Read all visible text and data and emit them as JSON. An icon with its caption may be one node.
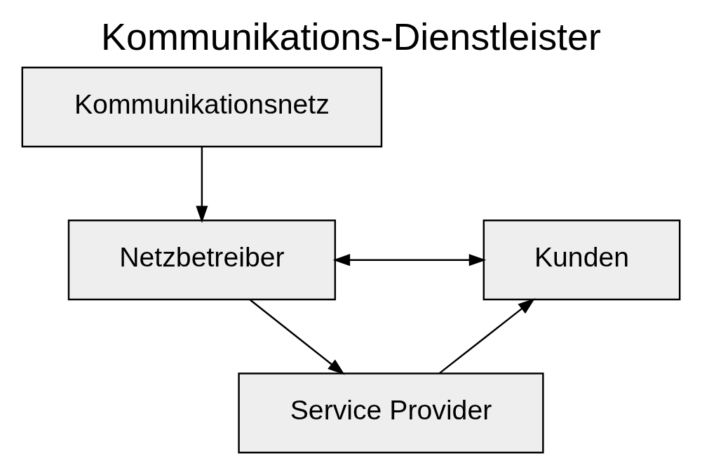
{
  "diagram": {
    "title": "Kommunikations-Dienstleister",
    "nodes": [
      {
        "text": [
          "Kommunikationsnetz"
        ]
      },
      {
        "text": [
          "Netzbetreiber"
        ]
      },
      {
        "text": [
          "Service Provider"
        ]
      },
      {
        "text": [
          "Kunden"
        ]
      }
    ],
    "edges": [
      {
        "from": 0,
        "to": 1,
        "arrow": "to"
      },
      {
        "from": 1,
        "to": 2,
        "arrow": "to"
      },
      {
        "from": 1,
        "to": 3,
        "arrow": "both"
      },
      {
        "from": 2,
        "to": 3,
        "arrow": "to"
      }
    ]
  }
}
